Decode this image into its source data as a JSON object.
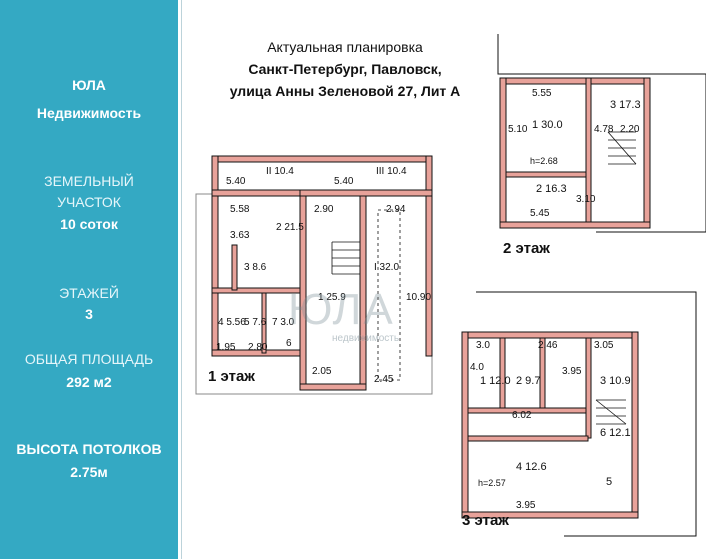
{
  "sidebar": {
    "brand_line1": "ЮЛА",
    "brand_line2": "Недвижимость",
    "land_label_1": "ЗЕМЕЛЬНЫЙ",
    "land_label_2": "УЧАСТОК",
    "land_value": "10 соток",
    "floors_label": "ЭТАЖЕЙ",
    "floors_value": "3",
    "area_label": "ОБЩАЯ ПЛОЩАДЬ",
    "area_value": "292 м2",
    "ceiling_label": "ВЫСОТА ПОТОЛКОВ",
    "ceiling_value": "2.75м"
  },
  "header": {
    "line1": "Актуальная планировка",
    "line2": "Санкт-Петербург, Павловск,",
    "line3": "улица Анны Зеленовой 27, Лит А"
  },
  "watermark": {
    "text": "ЮЛА",
    "sub": "недвижимость"
  },
  "floors": {
    "f1": {
      "label": "1 этаж",
      "dims": [
        "5.40",
        "5.40",
        "5.58",
        "2.90",
        "2.94",
        "3.63",
        "10.90",
        "1.95",
        "2.80",
        "2.05",
        "2.45"
      ],
      "rooms": [
        "II 10.4",
        "III 10.4",
        "2 21.5",
        "1 25.9",
        "I 32.0",
        "3 8.6",
        "4 5.56",
        "5 7.6",
        "7 3.0",
        "6"
      ]
    },
    "f2": {
      "label": "2 этаж",
      "dims": [
        "5.55",
        "5.10",
        "4.78",
        "2.20",
        "5.45",
        "3.10"
      ],
      "rooms": [
        "1 30.0",
        "3 17.3",
        "2 16.3",
        "h=2.68"
      ]
    },
    "f3": {
      "label": "3 этаж",
      "dims": [
        "3.0",
        "2.46",
        "3.05",
        "4.0",
        "6.02",
        "3.95",
        "3.95"
      ],
      "rooms": [
        "1 12.0",
        "2 9.7",
        "3 10.9",
        "6 12.1",
        "4 12.6",
        "5",
        "h=2.57"
      ]
    }
  }
}
